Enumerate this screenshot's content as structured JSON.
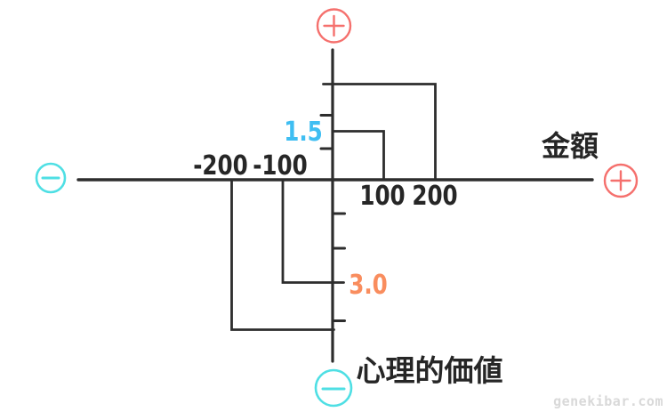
{
  "page": {
    "background": "#ffffff"
  },
  "colors": {
    "line": "#2d2d2d",
    "text": "#262626",
    "positive_badge_red": "#f5706d",
    "negative_badge_cyan": "#4fdfe4",
    "gain_value_blue": "#3fbef2",
    "loss_value_orange": "#f98d5e",
    "watermark_gray": "#d9d9d9"
  },
  "labels": {
    "x_axis_title": "金額",
    "y_axis_title": "心理的価値",
    "watermark": "genekibar.com"
  },
  "icons": {
    "x_axis_right": "plus-circle-icon",
    "x_axis_left": "minus-circle-icon",
    "y_axis_top": "plus-circle-icon",
    "y_axis_bottom": "minus-circle-icon"
  },
  "chart_data": {
    "type": "line",
    "style": "hand-drawn rectangular step lines (prospect theory value function)",
    "title": "",
    "xlabel": "金額",
    "ylabel": "心理的価値",
    "x_tick_labels": [
      "-200",
      "-100",
      "100",
      "200"
    ],
    "x_ticks": [
      -200,
      -100,
      100,
      200
    ],
    "value_labels": [
      {
        "text": "1.5",
        "color": "#3fbef2",
        "at_x": 100
      },
      {
        "text": "3.0",
        "color": "#f98d5e",
        "at_x": -100
      }
    ],
    "points": [
      {
        "x": 100,
        "y": 1.5,
        "labeled": true
      },
      {
        "x": 200,
        "y": 3.0,
        "labeled": false,
        "estimated": true
      },
      {
        "x": -100,
        "y": -3.0,
        "labeled": true
      },
      {
        "x": -200,
        "y": -4.4,
        "labeled": false,
        "estimated": true
      }
    ],
    "y_axis_unlabeled_tick_interval": 1.0,
    "axis_sign_badges": {
      "top": "+",
      "right": "+",
      "left": "−",
      "bottom": "−"
    },
    "legend": "none",
    "grid": false
  }
}
